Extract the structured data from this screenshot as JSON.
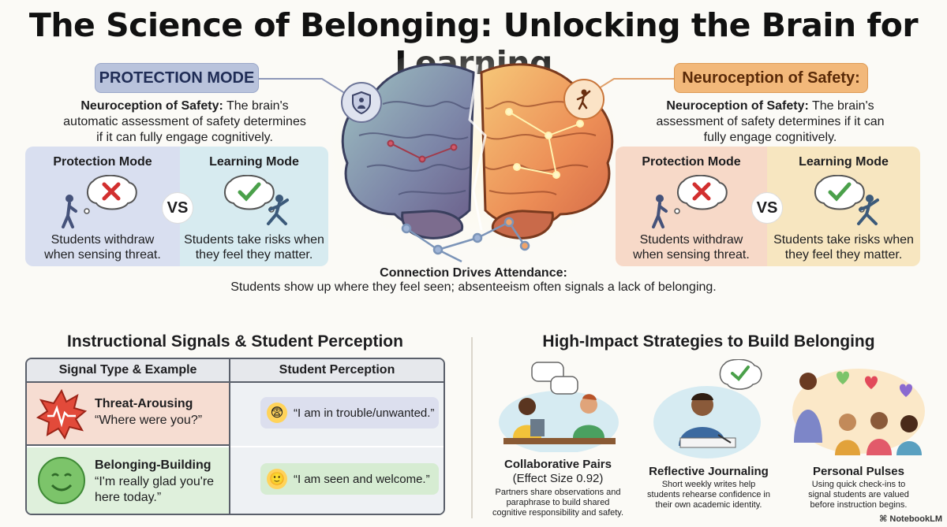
{
  "title": "The Science of Belonging: Unlocking the Brain for Learning",
  "left": {
    "pill": "PROTECTION MODE",
    "desc_bold": "Neuroception of Safety:",
    "desc_rest_1": " The brain's",
    "desc_line_2": "automatic assessment of safety determines",
    "desc_line_3": "if it can fully engage cognitively.",
    "protection_title": "Protection Mode",
    "protection_text_1": "Students withdraw",
    "protection_text_2": "when sensing threat.",
    "vs": "VS",
    "learning_title": "Learning Mode",
    "learning_text_1": "Students take risks when",
    "learning_text_2": "they feel they matter."
  },
  "right": {
    "pill": "Neuroception of Safety:",
    "desc_bold": "Neuroception of Safety:",
    "desc_rest_1": " The brain's",
    "desc_line_2": "assessment of safety determines if it can",
    "desc_line_3": "fully engage cognitively.",
    "protection_title": "Protection Mode",
    "protection_text_1": "Students withdraw",
    "protection_text_2": "when sensing threat.",
    "vs": "VS",
    "learning_title": "Learning Mode",
    "learning_text_1": "Students take risks when",
    "learning_text_2": "they feel they matter."
  },
  "connection": {
    "title": "Connection Drives Attendance:",
    "text": "Students show up where they feel seen; absenteeism often signals a lack of belonging."
  },
  "signals": {
    "section_title": "Instructional Signals & Student Perception",
    "col_1": "Signal Type & Example",
    "col_2": "Student Perception",
    "rows": [
      {
        "type": "Threat-Arousing",
        "example_1": "“Where were you?”",
        "example_2": "",
        "perception": "“I am in trouble/unwanted.”",
        "emoji": "😨"
      },
      {
        "type": "Belonging-Building",
        "example_1": "“I'm really glad you're",
        "example_2": "here today.”",
        "perception": "“I am seen and welcome.”",
        "emoji": "🙂"
      }
    ]
  },
  "strategies": {
    "section_title": "High-Impact Strategies to Build Belonging",
    "items": [
      {
        "title": "Collaborative Pairs",
        "subtitle": "(Effect Size 0.92)",
        "text_1": "Partners share observations and",
        "text_2": "paraphrase to build shared",
        "text_3": "cognitive responsibility and safety."
      },
      {
        "title": "Reflective Journaling",
        "subtitle": "",
        "text_1": "Short weekly writes help",
        "text_2": "students rehearse confidence in",
        "text_3": "their own academic identity."
      },
      {
        "title": "Personal Pulses",
        "subtitle": "",
        "text_1": "Using quick check-ins to",
        "text_2": "signal students are valued",
        "text_3": "before instruction begins."
      }
    ]
  },
  "brand": "NotebookLM",
  "colors": {
    "protection": "#d9dff0",
    "learning": "#d7ebf0",
    "safety_protection": "#f7d9c8",
    "safety_learning": "#f7e6c0",
    "threat_row": "#f6ddd2",
    "belong_row": "#dff0dc"
  }
}
